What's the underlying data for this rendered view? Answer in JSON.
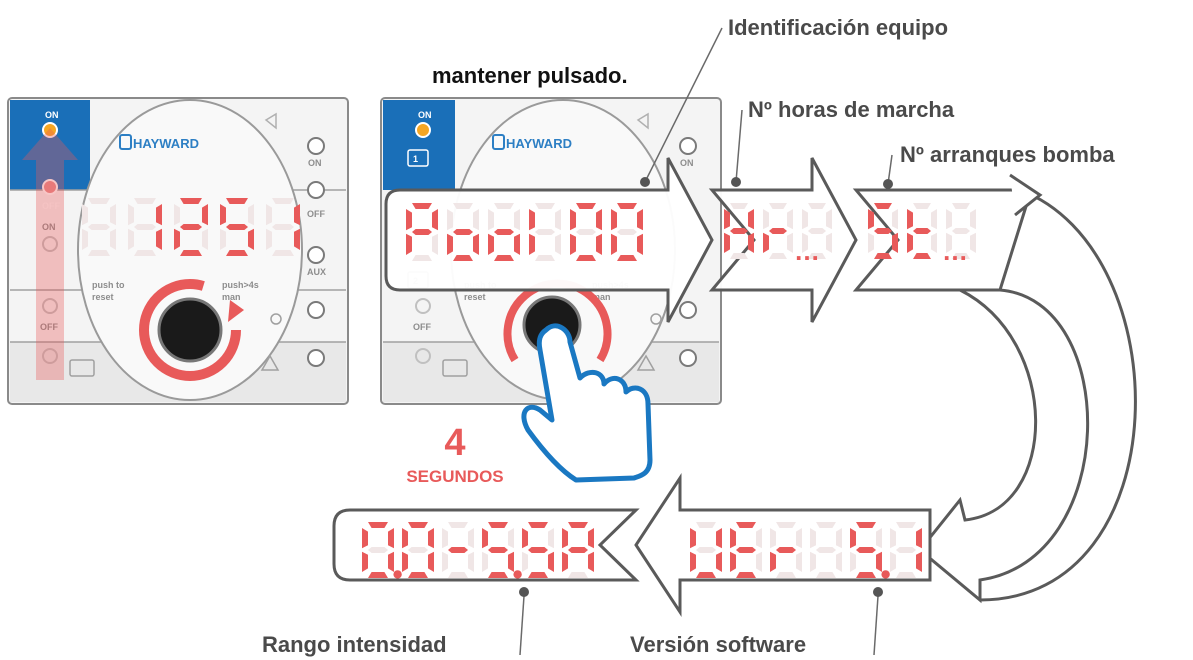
{
  "labels": {
    "hold": "mantener pulsado.",
    "equipment_id": "Identificación equipo",
    "run_hours": "Nº horas de marcha",
    "pump_starts": "Nº arranques bomba",
    "current_range": "Rango intensidad",
    "software_version": "Versión software",
    "seconds_value": "4",
    "seconds_unit": "SEGUNDOS"
  },
  "panel": {
    "brand": "HAYWARD",
    "on": "ON",
    "off": "OFF",
    "aux": "AUX",
    "push_reset": [
      "push to",
      "reset"
    ],
    "push_man": [
      "push>4s",
      "man"
    ],
    "channel_1": "1",
    "channel_2": "2"
  },
  "displays": {
    "panel1": "1251",
    "pool": "POOL00",
    "hr": "Hr",
    "st": "St",
    "current": "0.0-5.5A",
    "version": "VEr 5.1"
  },
  "colors": {
    "accent_blue": "#1a6fb8",
    "segment_red": "#e85a5a",
    "led_orange": "#f5a623",
    "text_gray": "#4a4a4a"
  }
}
